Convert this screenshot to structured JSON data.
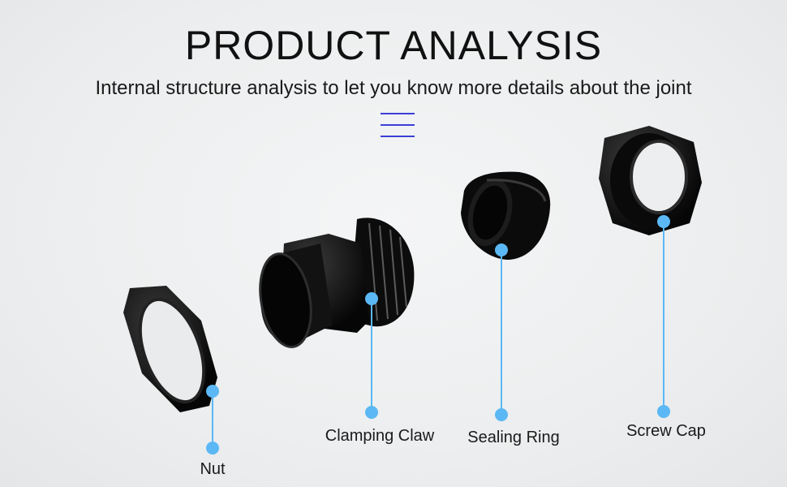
{
  "header": {
    "title": "PRODUCT ANALYSIS",
    "subtitle": "Internal structure analysis to let you know more details about the joint"
  },
  "parts": {
    "nut": "Nut",
    "clamping_claw": "Clamping Claw",
    "sealing_ring": "Sealing Ring",
    "screw_cap": "Screw Cap"
  },
  "colors": {
    "accent": "#3b3fd6",
    "callout": "#5bb8f5",
    "part": "#0d0d0d"
  }
}
